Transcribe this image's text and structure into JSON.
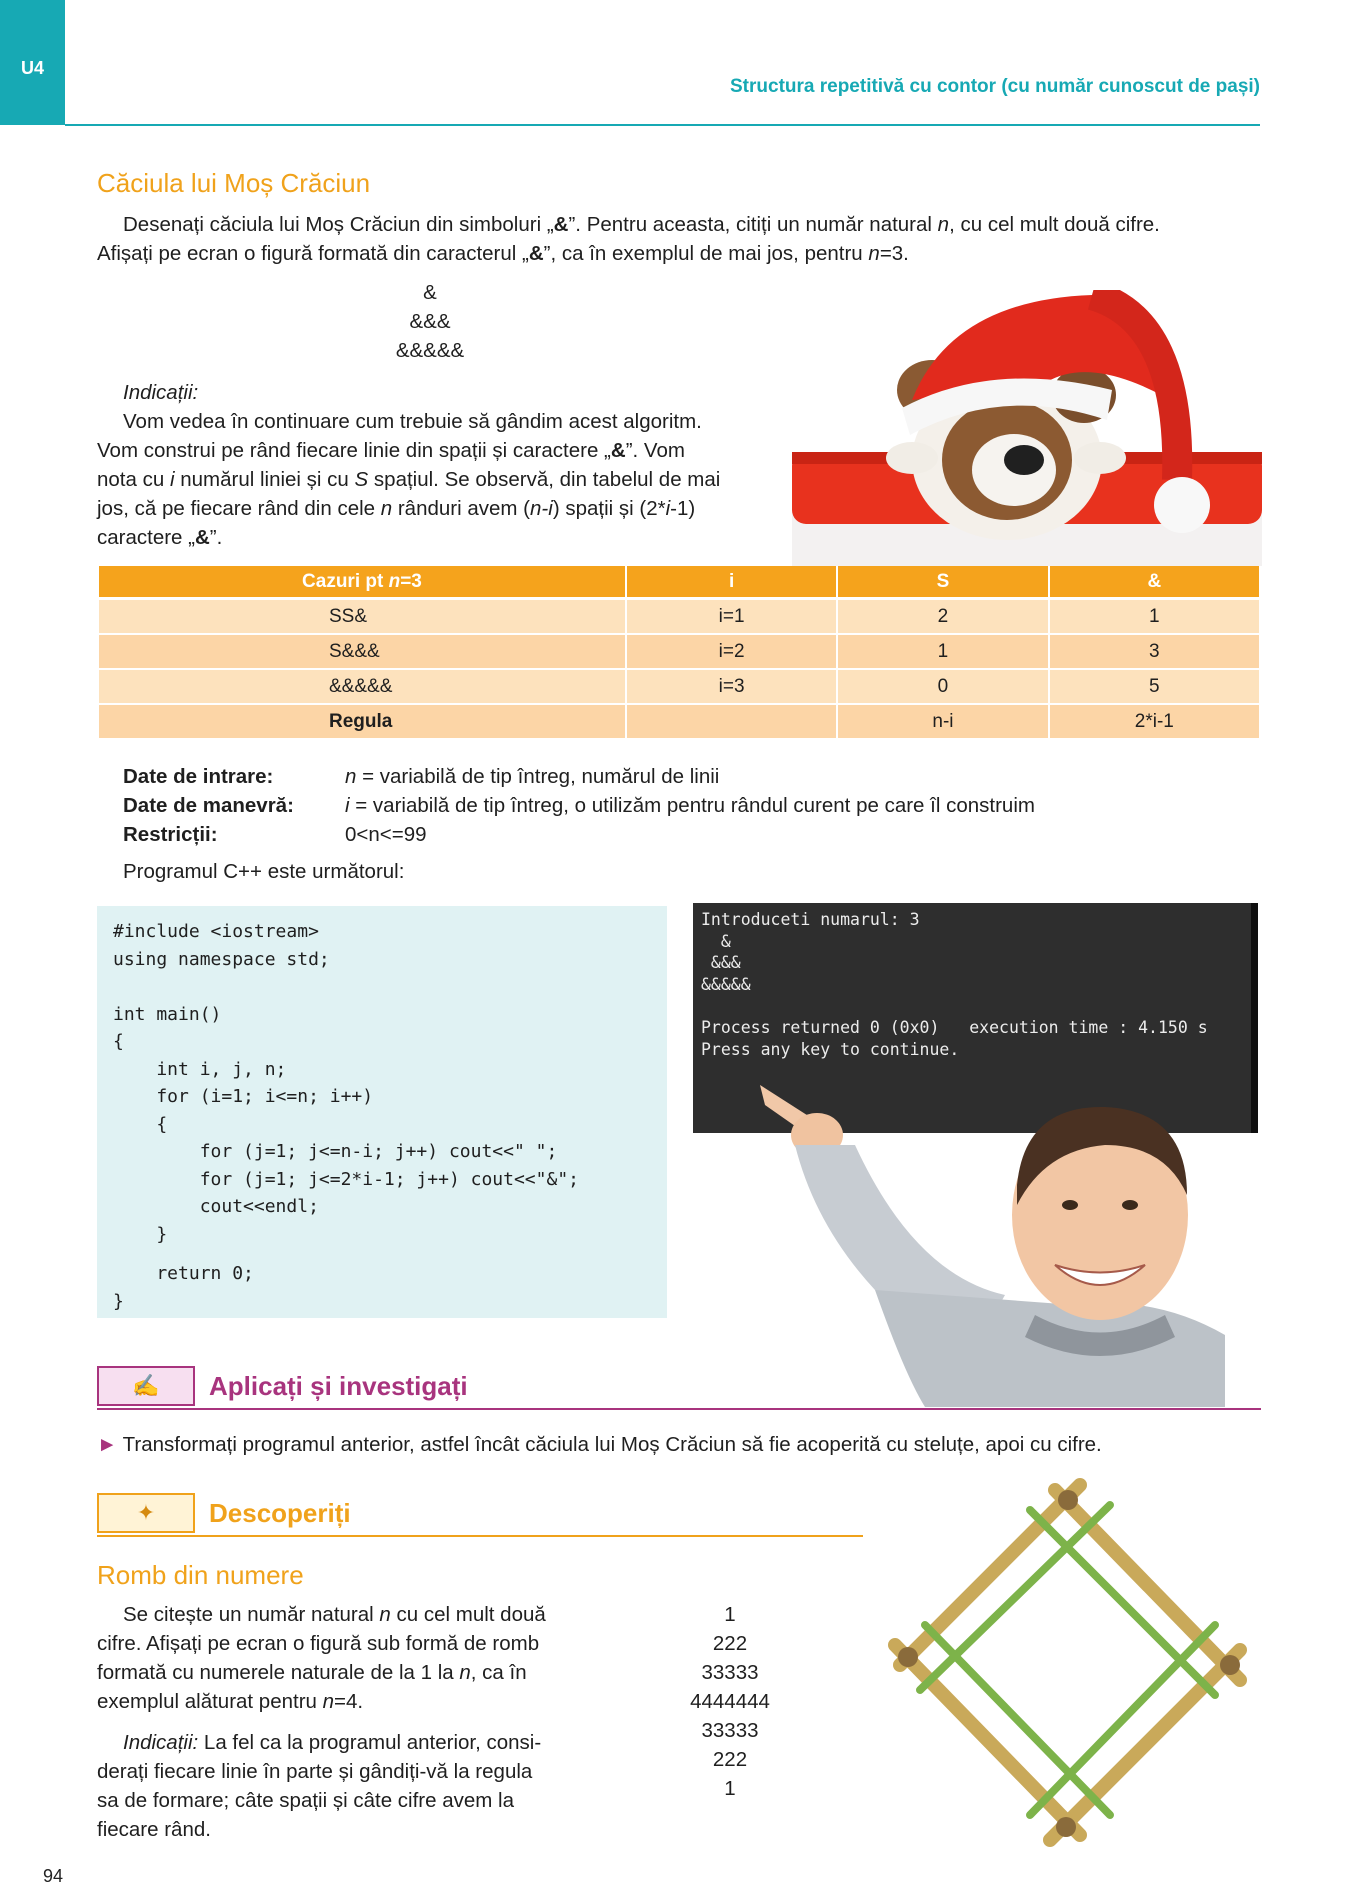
{
  "header": {
    "unit": "U4",
    "running_title": "Structura repetitivă cu contor (cu număr cunoscut de pași)"
  },
  "section1": {
    "title": "Căciula lui Moș Crăciun",
    "intro_1": "Desenați căciula lui Moș Crăciun din simboluri „",
    "intro_amp": "&",
    "intro_2": "”. Pentru aceasta, citiți un număr natural ",
    "intro_n": "n",
    "intro_3": ", cu cel mult două cifre.",
    "intro_4": "Afișați pe ecran o figură formată din caracterul „",
    "intro_5": "”, ca în exemplul de mai jos, pentru ",
    "intro_6": "=3.",
    "example": [
      "&",
      "&&&",
      "&&&&&"
    ],
    "hint_label": "Indicații:",
    "hint_l1": "Vom vedea în continuare cum trebuie să gândim acest algoritm.",
    "hint_l2a": "Vom construi pe rând fiecare linie din spații și caractere „",
    "hint_l2b": "”. Vom",
    "hint_l3a": "nota cu ",
    "hint_l3i": "i",
    "hint_l3b": " numărul liniei și cu ",
    "hint_l3s": "S",
    "hint_l3c": " spațiul. Se observă, din tabelul de mai",
    "hint_l4a": "jos, că pe fiecare rând din cele ",
    "hint_l4n": "n",
    "hint_l4b": " rânduri avem (",
    "hint_l4ni": "n-i",
    "hint_l4c": ") spații și (2*",
    "hint_l4i": "i",
    "hint_l4d": "-1)",
    "hint_l5a": "caractere „",
    "hint_l5b": "”."
  },
  "cases_table": {
    "headers": [
      "Cazuri pt ",
      "n",
      "=3",
      "i",
      "S",
      "&"
    ],
    "rows": [
      [
        "SS&",
        "i=1",
        "2",
        "1"
      ],
      [
        "S&&&",
        "i=2",
        "1",
        "3"
      ],
      [
        "&&&&&",
        "i=3",
        "0",
        "5"
      ]
    ],
    "rule": [
      "Regula",
      "",
      "n-i",
      "2*i-1"
    ]
  },
  "io": {
    "inputs_label": "Date de intrare:",
    "inputs_var": "n",
    "inputs_text": " = variabilă de tip întreg, numărul de linii",
    "work_label": "Date de manevră:",
    "work_var": "i",
    "work_text": " = variabilă de tip întreg, o utilizăm pentru rândul curent pe care îl construim",
    "restr_label": "Restricții:",
    "restr_text": "0<n<=99",
    "program_intro": "Programul C++ este următorul:"
  },
  "code": [
    "#include <iostream>",
    "using namespace std;",
    "",
    "int main()",
    "{",
    "    int i, j, n;",
    "    for (i=1; i<=n; i++)",
    "    {",
    "        for (j=1; j<=n-i; j++) cout<<\" \";",
    "        for (j=1; j<=2*i-1; j++) cout<<\"&\";",
    "        cout<<endl;",
    "    }",
    "",
    "    return 0;",
    "}"
  ],
  "console": [
    "Introduceti numarul: 3",
    "  &",
    " &&&",
    "&&&&&",
    "",
    "Process returned 0 (0x0)   execution time : 4.150 s",
    "Press any key to continue."
  ],
  "apply": {
    "title": "Aplicați și investigați",
    "bullet": "►",
    "task": "Transformați programul anterior, astfel încât căciula lui Moș Crăciun să fie acoperită cu steluțe, apoi cu cifre."
  },
  "discover": {
    "title": "Descoperiți"
  },
  "section2": {
    "title": "Romb din numere",
    "p1": [
      "Se citește un număr natural ",
      "n",
      " cu cel mult două",
      "cifre. Afișați pe ecran o figură sub formă de romb",
      "formată cu numerele naturale de la 1 la ",
      "n",
      ", ca în",
      "exemplul alăturat pentru ",
      "n",
      "=4."
    ],
    "hint_label": "Indicații:",
    "hint_l1": " La fel ca la programul anterior, consi-",
    "hint_l2": "derați fiecare linie în parte și gândiți-vă la regula",
    "hint_l3": "sa de formare; câte spații și câte cifre avem la",
    "hint_l4": "fiecare rând.",
    "rhombus": [
      "1",
      "222",
      "33333",
      "4444444",
      "33333",
      "222",
      "1"
    ]
  },
  "colors": {
    "teal": "#17a9b4",
    "orange": "#f0a21b",
    "magenta": "#a8347e"
  },
  "footer": {
    "page": "94"
  }
}
